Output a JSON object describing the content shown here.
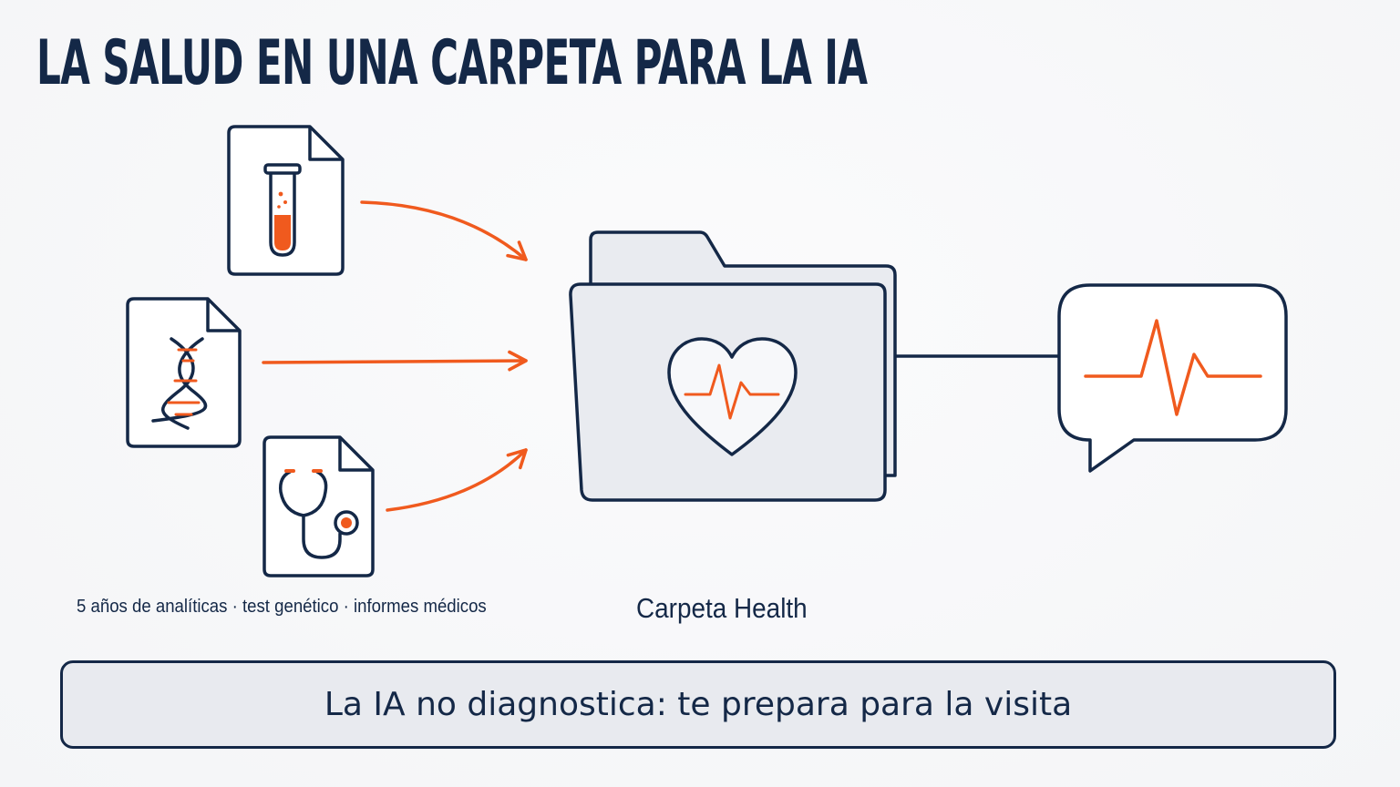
{
  "title": "LA SALUD EN UNA CARPETA PARA LA IA",
  "sources": {
    "caption": "5 años de analíticas · test genético · informes médicos",
    "items": [
      {
        "icon": "test-tube-icon"
      },
      {
        "icon": "dna-icon"
      },
      {
        "icon": "stethoscope-icon"
      }
    ]
  },
  "folder": {
    "label": "Carpeta Health",
    "icon": "heart-pulse-icon"
  },
  "output": {
    "icon": "speech-bubble-heartbeat-icon"
  },
  "banner": {
    "text": "La IA no diagnostica: te prepara para la visita"
  },
  "colors": {
    "navy": "#142847",
    "orange": "#f05a1e",
    "panel": "#e8eaef"
  }
}
